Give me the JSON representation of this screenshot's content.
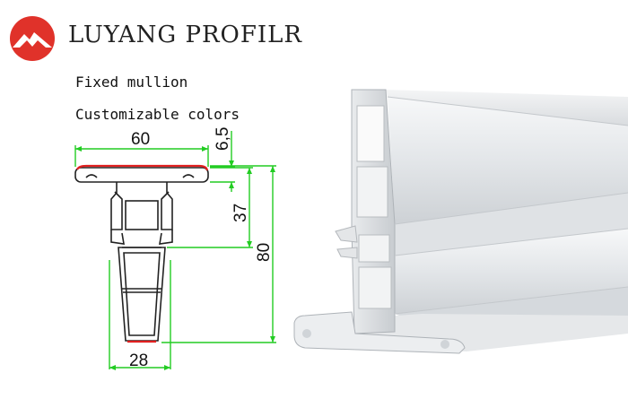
{
  "brand": {
    "name": "LUYANG PROFILR",
    "logo_icon": "mountain-logo-icon"
  },
  "captions": {
    "line1": "Fixed mullion",
    "line2": "Customizable colors"
  },
  "dimensions": {
    "top_width": "60",
    "flange_height": "6,5",
    "upper_height": "37",
    "total_height": "80",
    "bottom_width": "28"
  },
  "colors": {
    "logo_red": "#e0322a",
    "dimension_green": "#22cc22",
    "seal_red": "#e02020"
  }
}
